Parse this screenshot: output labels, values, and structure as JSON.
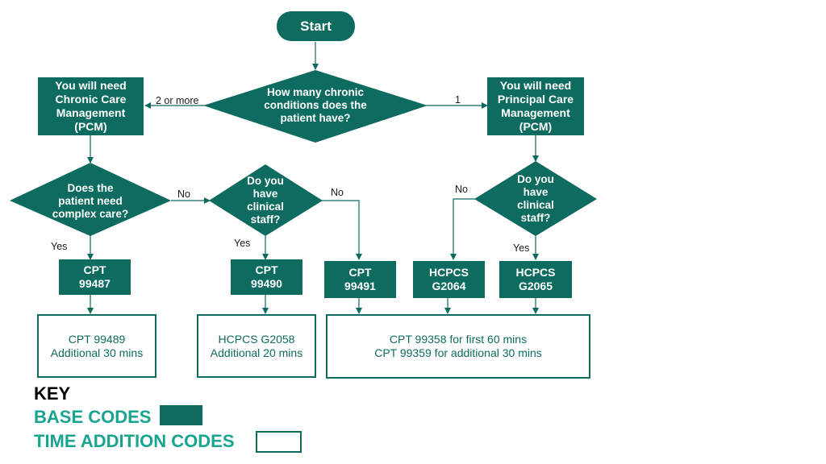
{
  "colors": {
    "accent": "#0e6b5f",
    "key_text": "#18a58f",
    "background": "#ffffff"
  },
  "flowchart": {
    "start": "Start",
    "q_chronic": "How many chronic conditions does the patient have?",
    "edge_two_or_more": "2 or more",
    "edge_one": "1",
    "ccm": "You will need Chronic Care Management (PCM)",
    "pcm": "You will need Principal Care Management (PCM)",
    "q_complex": "Does the patient need complex care?",
    "q_staff_left": "Do you have clinical staff?",
    "q_staff_right": "Do you have clinical staff?",
    "yes": "Yes",
    "no": "No",
    "cpt_99487": "CPT 99487",
    "cpt_99490": "CPT 99490",
    "cpt_99491": "CPT 99491",
    "hcpcs_g2064": "HCPCS G2064",
    "hcpcs_g2065": "HCPCS G2065",
    "time1_line1": "CPT 99489",
    "time1_line2": "Additional 30 mins",
    "time2_line1": "HCPCS G2058",
    "time2_line2": "Additional 20 mins",
    "time3_line1": "CPT 99358 for first 60 mins",
    "time3_line2": "CPT 99359 for additional 30 mins"
  },
  "key": {
    "title": "KEY",
    "base_codes": "BASE CODES",
    "time_addition_codes": "TIME ADDITION CODES"
  }
}
